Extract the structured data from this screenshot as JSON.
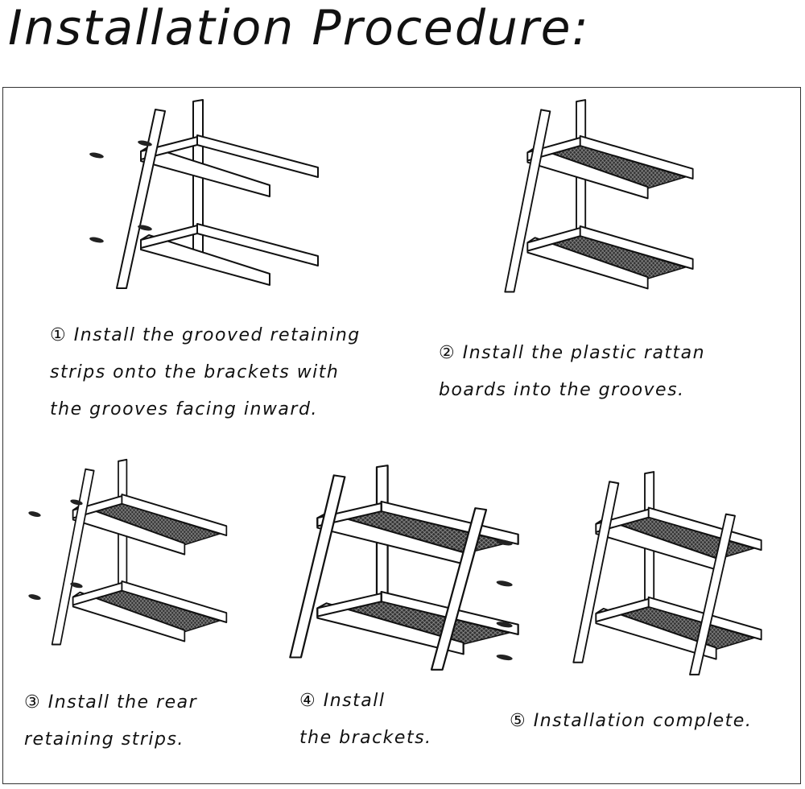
{
  "title": "Installation Procedure:",
  "steps": [
    {
      "number": "①",
      "lines": [
        "Install the grooved retaining",
        "strips onto the brackets with",
        "the grooves facing inward."
      ],
      "boards": false,
      "front_right_leg": false,
      "screws": "left"
    },
    {
      "number": "②",
      "lines": [
        "Install the plastic rattan",
        "boards into the grooves."
      ],
      "boards": true,
      "front_right_leg": false,
      "screws": "none"
    },
    {
      "number": "③",
      "lines": [
        "Install the rear",
        "retaining strips."
      ],
      "boards": true,
      "front_right_leg": false,
      "screws": "left"
    },
    {
      "number": "④",
      "lines": [
        "Install",
        "the brackets."
      ],
      "boards": true,
      "front_right_leg": true,
      "screws": "right"
    },
    {
      "number": "⑤",
      "lines": [
        "Installation complete."
      ],
      "boards": true,
      "front_right_leg": true,
      "screws": "none"
    }
  ]
}
